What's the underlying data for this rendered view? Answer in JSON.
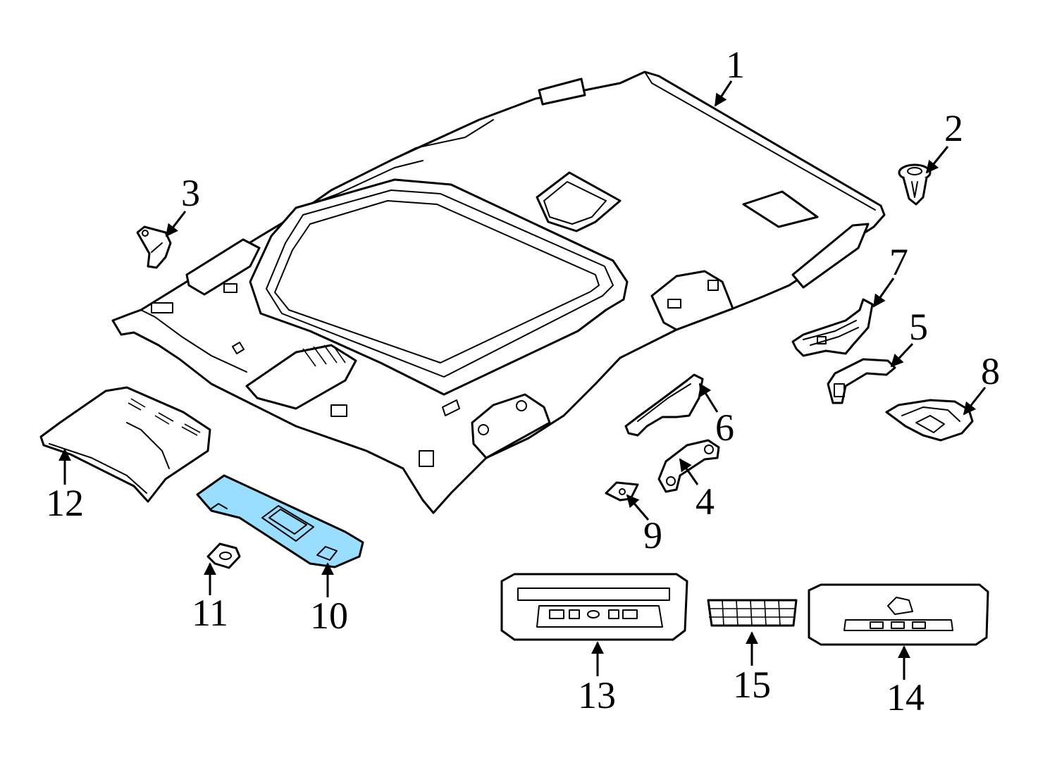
{
  "diagram": {
    "highlight_color": "#99ddff",
    "line_color": "#000000",
    "background": "#ffffff",
    "highlighted_part": "10",
    "callouts": {
      "c1": "1",
      "c2": "2",
      "c3": "3",
      "c4": "4",
      "c5": "5",
      "c6": "6",
      "c7": "7",
      "c8": "8",
      "c9": "9",
      "c10": "10",
      "c11": "11",
      "c12": "12",
      "c13": "13",
      "c14": "14",
      "c15": "15"
    }
  }
}
